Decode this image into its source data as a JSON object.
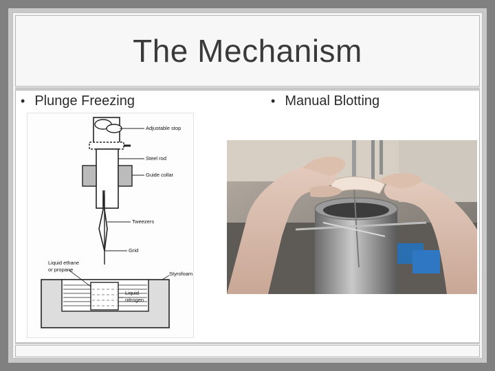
{
  "slide": {
    "title": "The Mechanism",
    "left_bullet": "Plunge Freezing",
    "right_bullet": "Manual Blotting",
    "bullet_glyph": "•"
  },
  "diagram": {
    "labels": {
      "stop": "Adjustable stop",
      "rod": "Steel rod",
      "collar": "Guide collar",
      "tweezers": "Tweezers",
      "grid": "Grid",
      "ethane_1": "Liquid ethane",
      "ethane_2": "or propane",
      "styrofoam": "Styrofoam",
      "nitrogen_1": "Liquid",
      "nitrogen_2": "nitrogen"
    }
  },
  "colors": {
    "background": "#808080",
    "slide": "#f5f5f5",
    "title_text": "#3a3a3a"
  }
}
